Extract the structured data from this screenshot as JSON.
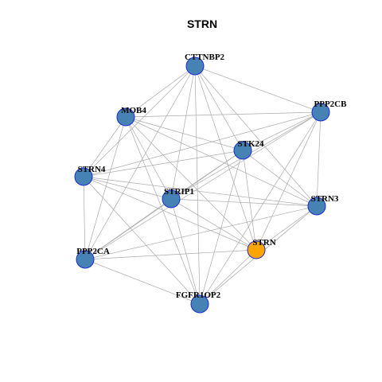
{
  "title": "STRN",
  "colors": {
    "node_default": "#4682b4",
    "node_highlight": "#ffa500",
    "node_border": "#1a2bd6",
    "edge": "#aaaaaa"
  },
  "nodes": [
    {
      "id": "CTTNBP2",
      "label": "CTTNBP2",
      "highlight": false
    },
    {
      "id": "PPP2CB",
      "label": "PPP2CB",
      "highlight": false
    },
    {
      "id": "MOB4",
      "label": "MOB4",
      "highlight": false
    },
    {
      "id": "STK24",
      "label": "STK24",
      "highlight": false
    },
    {
      "id": "STRN4",
      "label": "STRN4",
      "highlight": false
    },
    {
      "id": "STRIP1",
      "label": "STRIP1",
      "highlight": false
    },
    {
      "id": "STRN3",
      "label": "STRN3",
      "highlight": false
    },
    {
      "id": "STRN",
      "label": "STRN",
      "highlight": true
    },
    {
      "id": "PPP2CA",
      "label": "PPP2CA",
      "highlight": false
    },
    {
      "id": "FGFR1OP2",
      "label": "FGFR1OP2",
      "highlight": false
    }
  ],
  "edges": [
    [
      "CTTNBP2",
      "PPP2CB"
    ],
    [
      "CTTNBP2",
      "MOB4"
    ],
    [
      "CTTNBP2",
      "STK24"
    ],
    [
      "CTTNBP2",
      "STRN4"
    ],
    [
      "CTTNBP2",
      "STRIP1"
    ],
    [
      "CTTNBP2",
      "STRN3"
    ],
    [
      "CTTNBP2",
      "STRN"
    ],
    [
      "CTTNBP2",
      "PPP2CA"
    ],
    [
      "CTTNBP2",
      "FGFR1OP2"
    ],
    [
      "PPP2CB",
      "MOB4"
    ],
    [
      "PPP2CB",
      "STK24"
    ],
    [
      "PPP2CB",
      "STRN4"
    ],
    [
      "PPP2CB",
      "STRIP1"
    ],
    [
      "PPP2CB",
      "STRN3"
    ],
    [
      "PPP2CB",
      "STRN"
    ],
    [
      "PPP2CB",
      "PPP2CA"
    ],
    [
      "PPP2CB",
      "FGFR1OP2"
    ],
    [
      "MOB4",
      "STK24"
    ],
    [
      "MOB4",
      "STRN4"
    ],
    [
      "MOB4",
      "STRIP1"
    ],
    [
      "MOB4",
      "STRN3"
    ],
    [
      "MOB4",
      "STRN"
    ],
    [
      "MOB4",
      "PPP2CA"
    ],
    [
      "MOB4",
      "FGFR1OP2"
    ],
    [
      "STK24",
      "STRN4"
    ],
    [
      "STK24",
      "STRIP1"
    ],
    [
      "STK24",
      "STRN3"
    ],
    [
      "STK24",
      "STRN"
    ],
    [
      "STK24",
      "PPP2CA"
    ],
    [
      "STK24",
      "FGFR1OP2"
    ],
    [
      "STRN4",
      "STRIP1"
    ],
    [
      "STRN4",
      "STRN3"
    ],
    [
      "STRN4",
      "STRN"
    ],
    [
      "STRN4",
      "PPP2CA"
    ],
    [
      "STRN4",
      "FGFR1OP2"
    ],
    [
      "STRIP1",
      "STRN3"
    ],
    [
      "STRIP1",
      "STRN"
    ],
    [
      "STRIP1",
      "PPP2CA"
    ],
    [
      "STRIP1",
      "FGFR1OP2"
    ],
    [
      "STRN3",
      "STRN"
    ],
    [
      "STRN3",
      "PPP2CA"
    ],
    [
      "STRN3",
      "FGFR1OP2"
    ],
    [
      "STRN",
      "PPP2CA"
    ],
    [
      "STRN",
      "FGFR1OP2"
    ],
    [
      "PPP2CA",
      "FGFR1OP2"
    ]
  ]
}
